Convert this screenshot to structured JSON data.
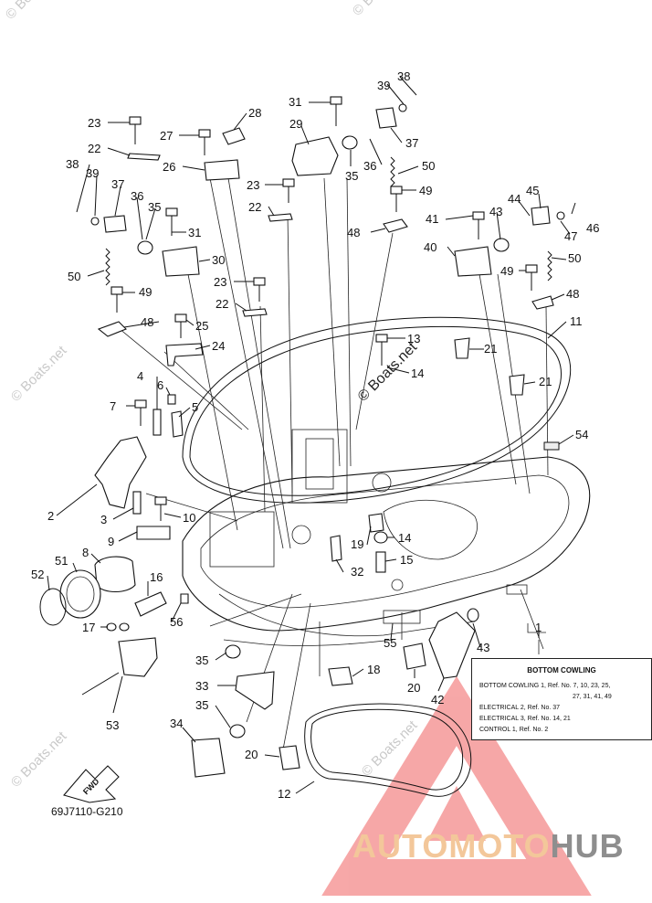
{
  "callouts": [
    "1",
    "2",
    "3",
    "4",
    "5",
    "6",
    "7",
    "8",
    "9",
    "10",
    "11",
    "12",
    "13",
    "14",
    "15",
    "16",
    "17",
    "18",
    "19",
    "20",
    "21",
    "22",
    "23",
    "24",
    "25",
    "26",
    "27",
    "28",
    "29",
    "30",
    "31",
    "32",
    "33",
    "34",
    "35",
    "36",
    "37",
    "38",
    "39",
    "40",
    "41",
    "42",
    "43",
    "44",
    "45",
    "46",
    "47",
    "48",
    "49",
    "50",
    "51",
    "52",
    "53",
    "54",
    "55",
    "56"
  ],
  "diagram_code": "69J7110-G210",
  "fwd_label": "FWD",
  "legend": {
    "title": "BOTTOM COWLING",
    "lines": [
      "BOTTOM COWLING 1,   Ref. No. 7, 10, 23, 25,",
      "27, 31, 41, 49",
      "ELECTRICAL 2,   Ref. No. 37",
      "ELECTRICAL 3,   Ref. No. 14, 21",
      "CONTROL 1,   Ref. No. 2"
    ]
  },
  "watermark": "© Boats.net",
  "brand": {
    "part1": "AUTOMOTO",
    "part2": "HUB"
  },
  "colors": {
    "line": "#111111",
    "watermark": "#c9c9c9",
    "brand_accent": "#f3c79a",
    "brand_grey": "#8e8e8e",
    "logo_red": "#f06060"
  }
}
